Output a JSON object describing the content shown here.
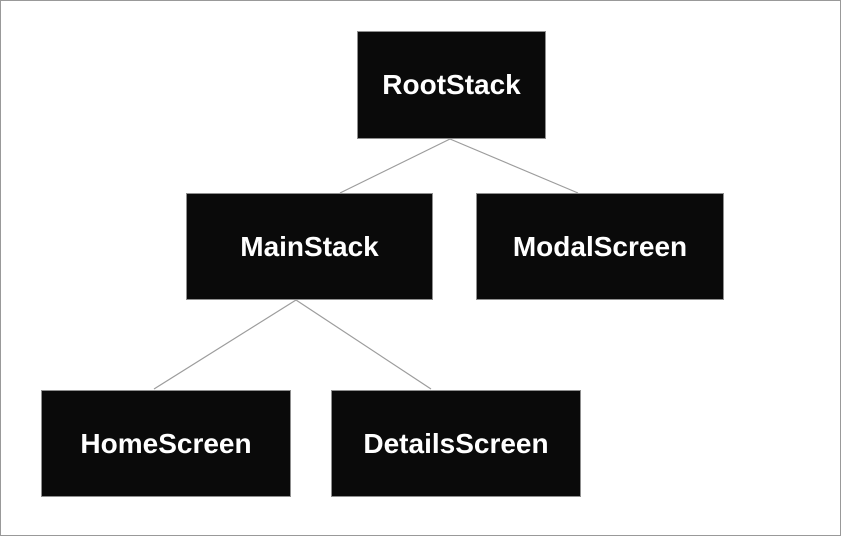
{
  "diagram": {
    "type": "tree",
    "nodes": [
      {
        "id": "rootstack",
        "label": "RootStack",
        "level": 0,
        "parent": null
      },
      {
        "id": "mainstack",
        "label": "MainStack",
        "level": 1,
        "parent": "rootstack"
      },
      {
        "id": "modalscreen",
        "label": "ModalScreen",
        "level": 1,
        "parent": "rootstack"
      },
      {
        "id": "homescreen",
        "label": "HomeScreen",
        "level": 2,
        "parent": "mainstack"
      },
      {
        "id": "detailsscreen",
        "label": "DetailsScreen",
        "level": 2,
        "parent": "mainstack"
      }
    ],
    "edges": [
      {
        "from": "rootstack",
        "to": "mainstack"
      },
      {
        "from": "rootstack",
        "to": "modalscreen"
      },
      {
        "from": "mainstack",
        "to": "homescreen"
      },
      {
        "from": "mainstack",
        "to": "detailsscreen"
      }
    ],
    "colors": {
      "background": "#ffffff",
      "frame_border": "#999999",
      "node_fill": "#0a0a0a",
      "node_border": "#8f8f8f",
      "node_text": "#ffffff",
      "edge": "#9c9c9c"
    }
  }
}
